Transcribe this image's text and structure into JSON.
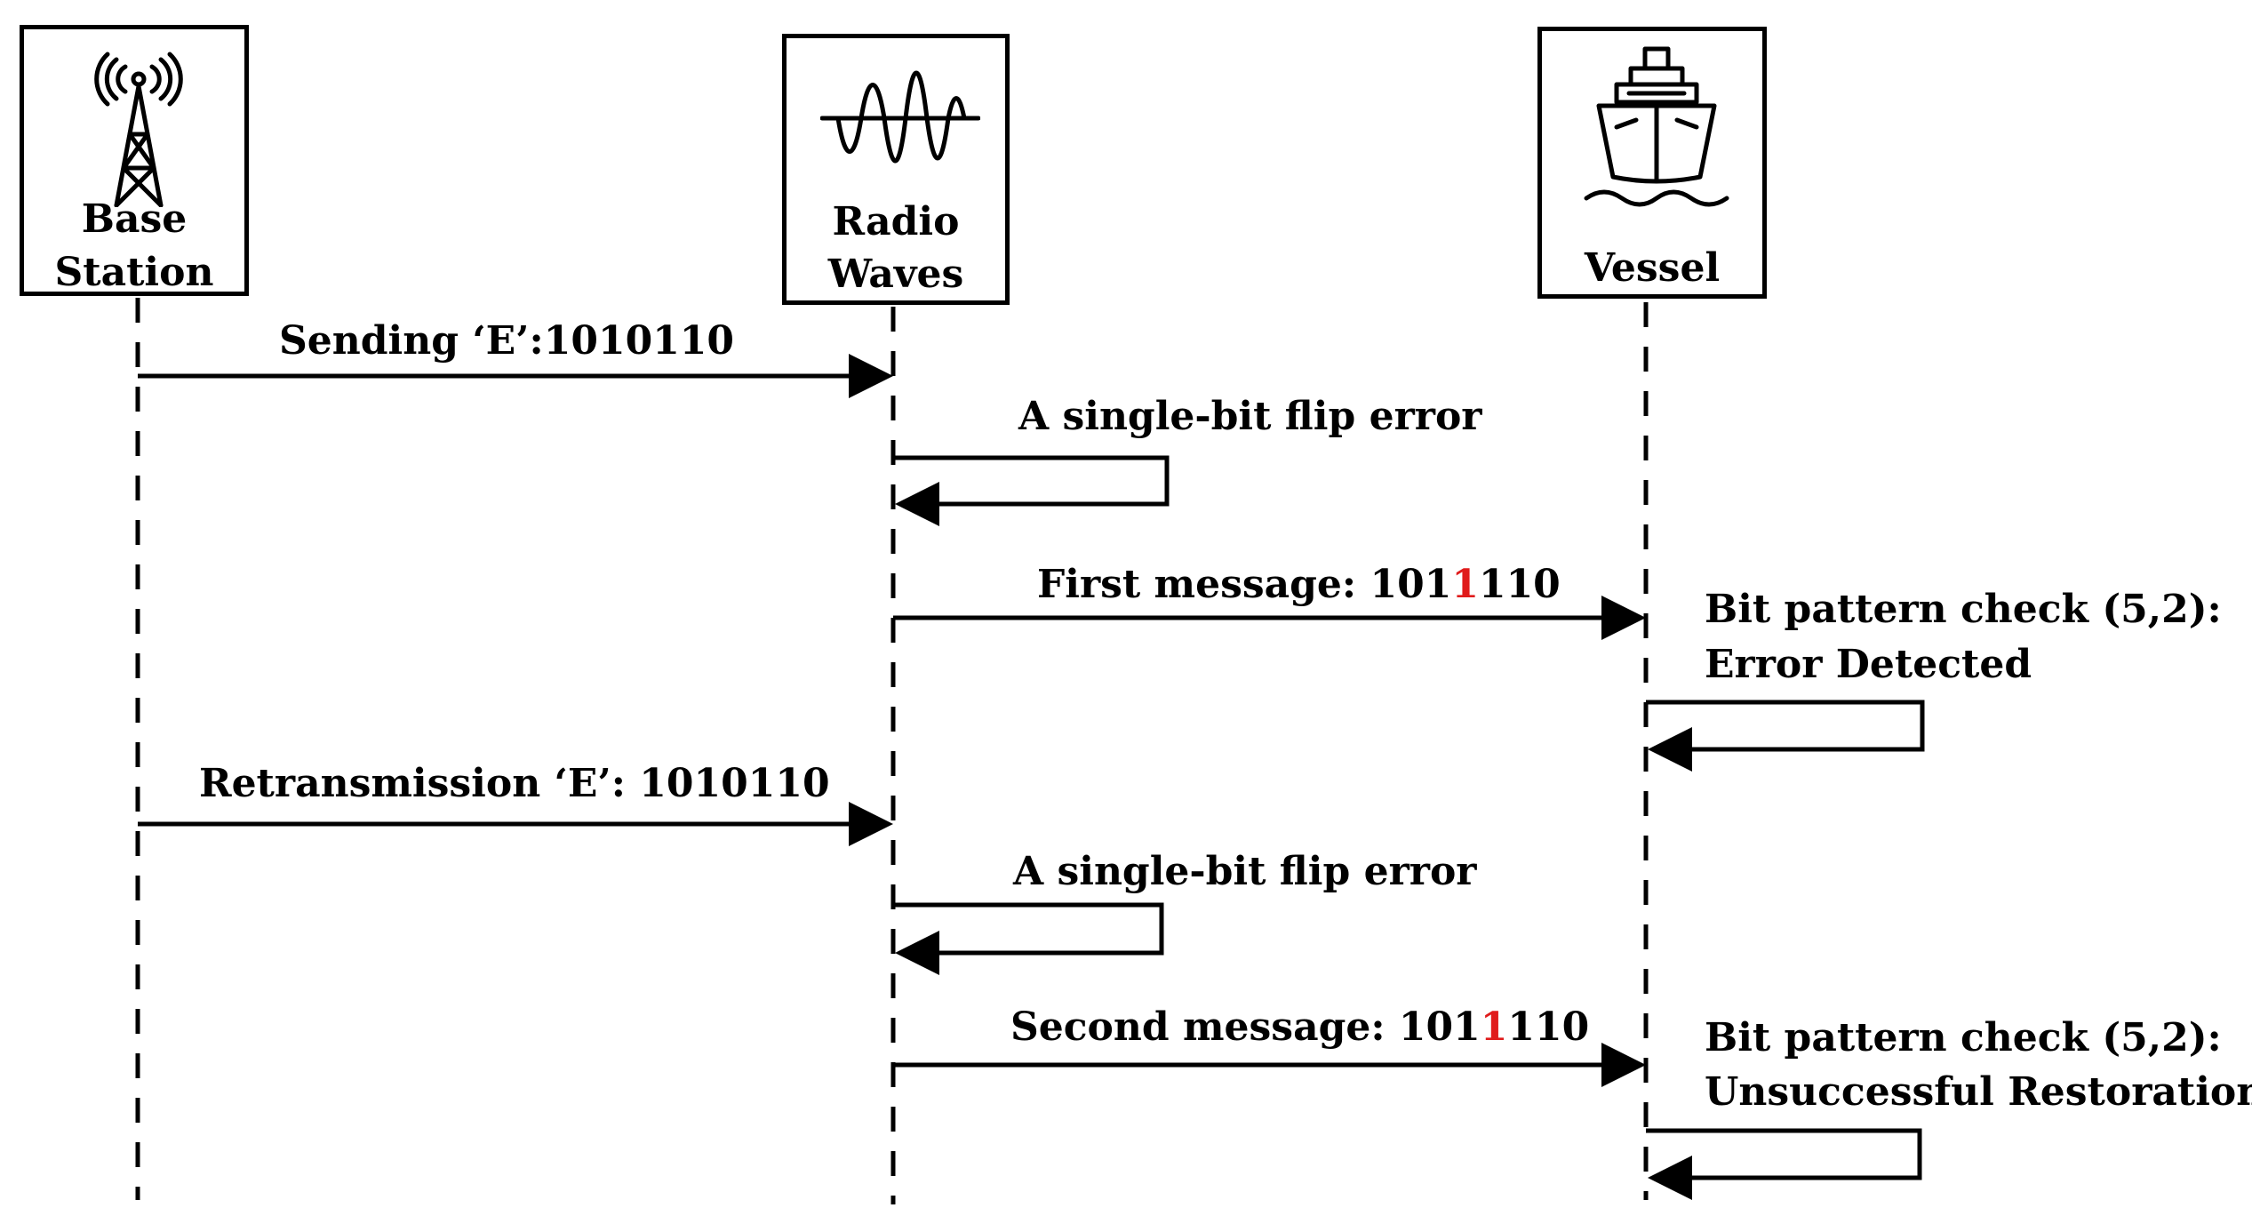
{
  "actors": [
    {
      "id": "base",
      "label_lines": [
        "Base",
        "Station"
      ],
      "icon": "radio-tower-icon"
    },
    {
      "id": "radio",
      "label_lines": [
        "Radio",
        "Waves"
      ],
      "icon": "sine-wave-icon"
    },
    {
      "id": "vessel",
      "label_lines": [
        "Vessel"
      ],
      "icon": "ship-icon"
    }
  ],
  "messages": {
    "send": "Sending ‘E’:1010110",
    "flip1": "A single-bit flip error",
    "first": {
      "prefix": "First message: 101",
      "flipped_bit": "1",
      "suffix": "110"
    },
    "check1": {
      "line1": "Bit pattern check (5,2):",
      "line2": "Error Detected"
    },
    "retrans": "Retransmission ‘E’: 1010110",
    "flip2": "A single-bit flip error",
    "second": {
      "prefix": "Second message: 101",
      "flipped_bit": "1",
      "suffix": "110"
    },
    "check2": {
      "line1": "Bit pattern check (5,2):",
      "line2": "Unsuccessful Restoration"
    }
  },
  "colors": {
    "flipped_bit": "#e01b1b",
    "line": "#000000"
  }
}
